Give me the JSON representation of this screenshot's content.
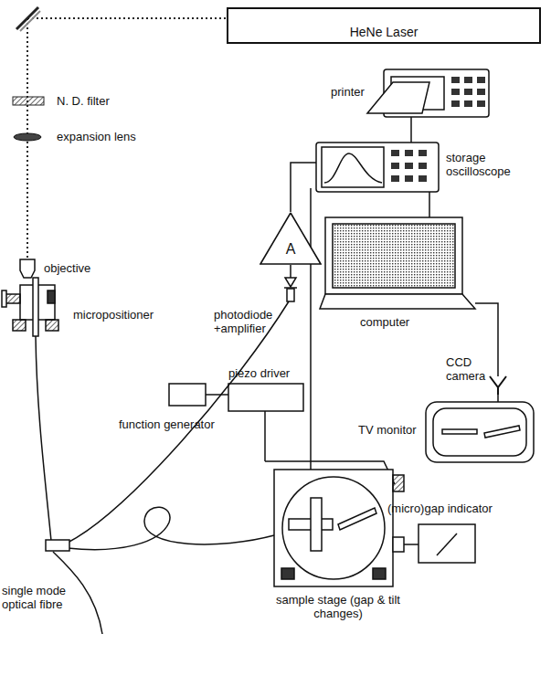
{
  "diagram": {
    "nodes": [
      {
        "text": [
          "HeNe Laser"
        ]
      },
      {
        "text": [
          "A"
        ]
      }
    ],
    "labels": [
      "N. D. filter",
      "expansion lens",
      "objective",
      "micropositioner",
      "printer",
      "storage oscilloscope",
      "photodiode +amplifier",
      "computer",
      "CCD camera",
      "TV monitor",
      "piezo driver",
      "function generator",
      "single mode optical fibre",
      "sample stage (gap & tilt changes)",
      "(micro)gap indicator"
    ]
  }
}
